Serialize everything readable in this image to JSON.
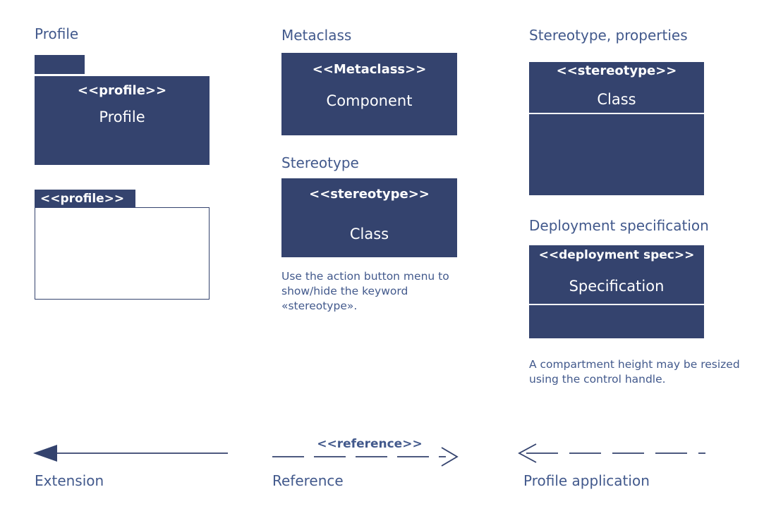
{
  "palette": {
    "fill": "#34436e",
    "stroke": "#34436e",
    "heading_text": "#42598c",
    "box_text": "#ffffff",
    "background": "#ffffff"
  },
  "sections": {
    "profile": {
      "heading": "Profile",
      "filled_package": {
        "keyword": "<<profile>>",
        "name": "Profile"
      },
      "outline_package": {
        "keyword": "<<profile>>"
      }
    },
    "metaclass": {
      "heading": "Metaclass",
      "box": {
        "keyword": "<<Metaclass>>",
        "name": "Component"
      }
    },
    "stereotype": {
      "heading": "Stereotype",
      "box": {
        "keyword": "<<stereotype>>",
        "name": "Class"
      },
      "note": "Use the action button menu to show/hide the keyword «stereotype»."
    },
    "stereotype_properties": {
      "heading": "Stereotype, properties",
      "box": {
        "keyword": "<<stereotype>>",
        "name": "Class"
      }
    },
    "deployment_specification": {
      "heading": "Deployment specification",
      "box": {
        "keyword": "<<deployment spec>>",
        "name": "Specification"
      },
      "note": "A compartment height may be resized using the control handle."
    }
  },
  "connectors": [
    {
      "caption": "Extension",
      "label": "",
      "line_style": "solid",
      "arrow_head": "filled-triangle",
      "direction": "left"
    },
    {
      "caption": "Reference",
      "label": "<<reference>>",
      "line_style": "dashed",
      "arrow_head": "open",
      "direction": "right"
    },
    {
      "caption": "Profile application",
      "label": "",
      "line_style": "dashed",
      "arrow_head": "open",
      "direction": "left"
    }
  ]
}
